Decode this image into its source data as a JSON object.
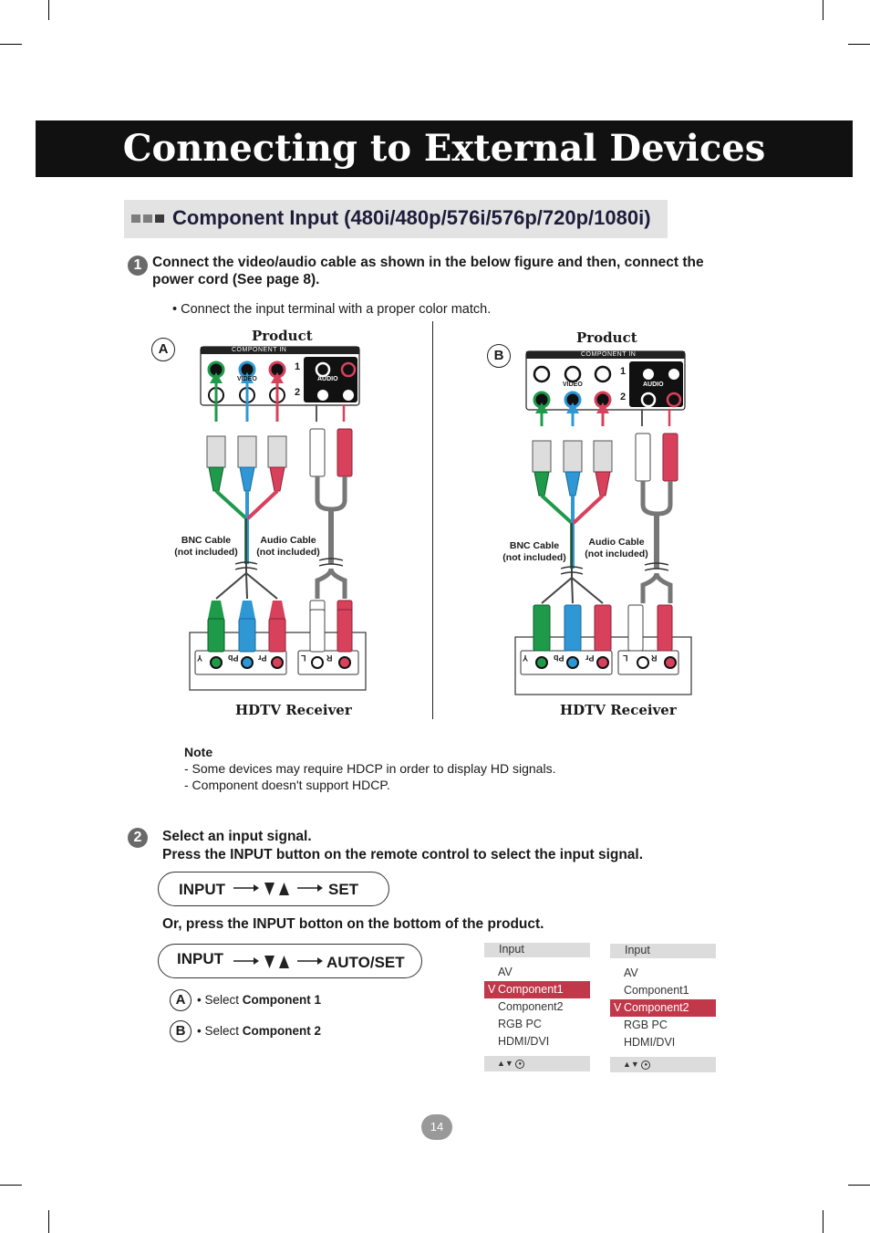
{
  "page": {
    "title": "Connecting to External Devices",
    "section_heading": "Component Input (480i/480p/576i/576p/720p/1080i)",
    "page_number": "14"
  },
  "step1": {
    "number": "1",
    "text_line1": "Connect the video/audio cable as shown in the below figure and then, connect the",
    "text_line2": "power cord (See page 8).",
    "bullet": "• Connect the input terminal with a proper color match."
  },
  "diagram_a": {
    "letter": "A",
    "product_label": "Product",
    "panel_label": "COMPONENT IN",
    "video_label": "VIDEO",
    "audio_label": "AUDIO",
    "row1": "1",
    "row2": "2",
    "bnc_cable": [
      "BNC Cable",
      "(not included)"
    ],
    "audio_cable": [
      "Audio Cable",
      "(not included)"
    ],
    "receiver_label": "HDTV Receiver",
    "jack_labels": [
      "Y",
      "Pb",
      "Pr",
      "L",
      "R"
    ]
  },
  "diagram_b": {
    "letter": "B",
    "product_label": "Product",
    "panel_label": "COMPONENT IN",
    "video_label": "VIDEO",
    "audio_label": "AUDIO",
    "row1": "1",
    "row2": "2",
    "bnc_cable": [
      "BNC Cable",
      "(not included)"
    ],
    "audio_cable": [
      "Audio Cable",
      "(not included)"
    ],
    "receiver_label": "HDTV Receiver",
    "jack_labels": [
      "Y",
      "Pb",
      "Pr",
      "L",
      "R"
    ]
  },
  "note": {
    "title": "Note",
    "lines": [
      "- Some devices may require HDCP in order to display HD signals.",
      "- Component doesn't support HDCP."
    ]
  },
  "step2": {
    "number": "2",
    "line1": "Select an input signal.",
    "line2": "Press the INPUT button on the remote control to select the input signal.",
    "remote_seq": {
      "input": "INPUT",
      "set": "SET"
    },
    "or_text": "Or, press the INPUT botton on the bottom of the product.",
    "product_seq": {
      "input": "INPUT",
      "set": "AUTO/SET"
    },
    "select_a": {
      "letter": "A",
      "prefix": "• Select ",
      "value": "Component 1"
    },
    "select_b": {
      "letter": "B",
      "prefix": "• Select ",
      "value": "Component 2"
    }
  },
  "menus": [
    {
      "title": "Input",
      "items": [
        "AV",
        "Component1",
        "Component2",
        "RGB PC",
        "HDMI/DVI"
      ],
      "selected_index": 1,
      "check": "V"
    },
    {
      "title": "Input",
      "items": [
        "AV",
        "Component1",
        "Component2",
        "RGB PC",
        "HDMI/DVI"
      ],
      "selected_index": 2,
      "check": "V"
    }
  ],
  "colors": {
    "green": "#1e9a4a",
    "blue": "#2e97d4",
    "red": "#d8415c",
    "menu_selected": "#c0384a"
  }
}
